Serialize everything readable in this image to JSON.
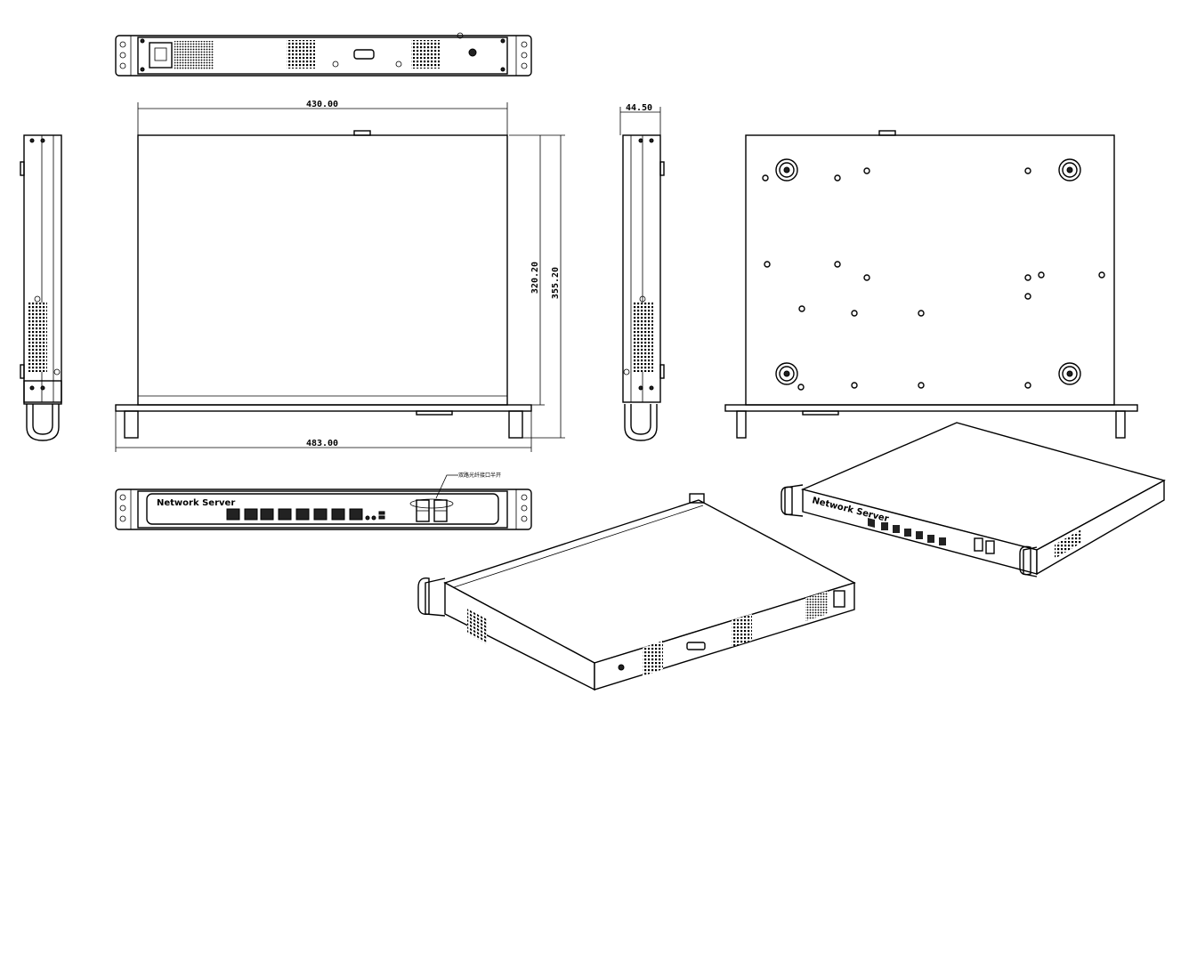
{
  "dimensions": {
    "width_body": "430.00",
    "width_overall": "483.00",
    "height": "44.50",
    "depth_body": "320.20",
    "depth_overall": "355.20"
  },
  "front_panel": {
    "label": "Network Server",
    "annotation": "双路光纤接口半开"
  },
  "colors": {
    "line": "#000000",
    "background": "#ffffff"
  }
}
